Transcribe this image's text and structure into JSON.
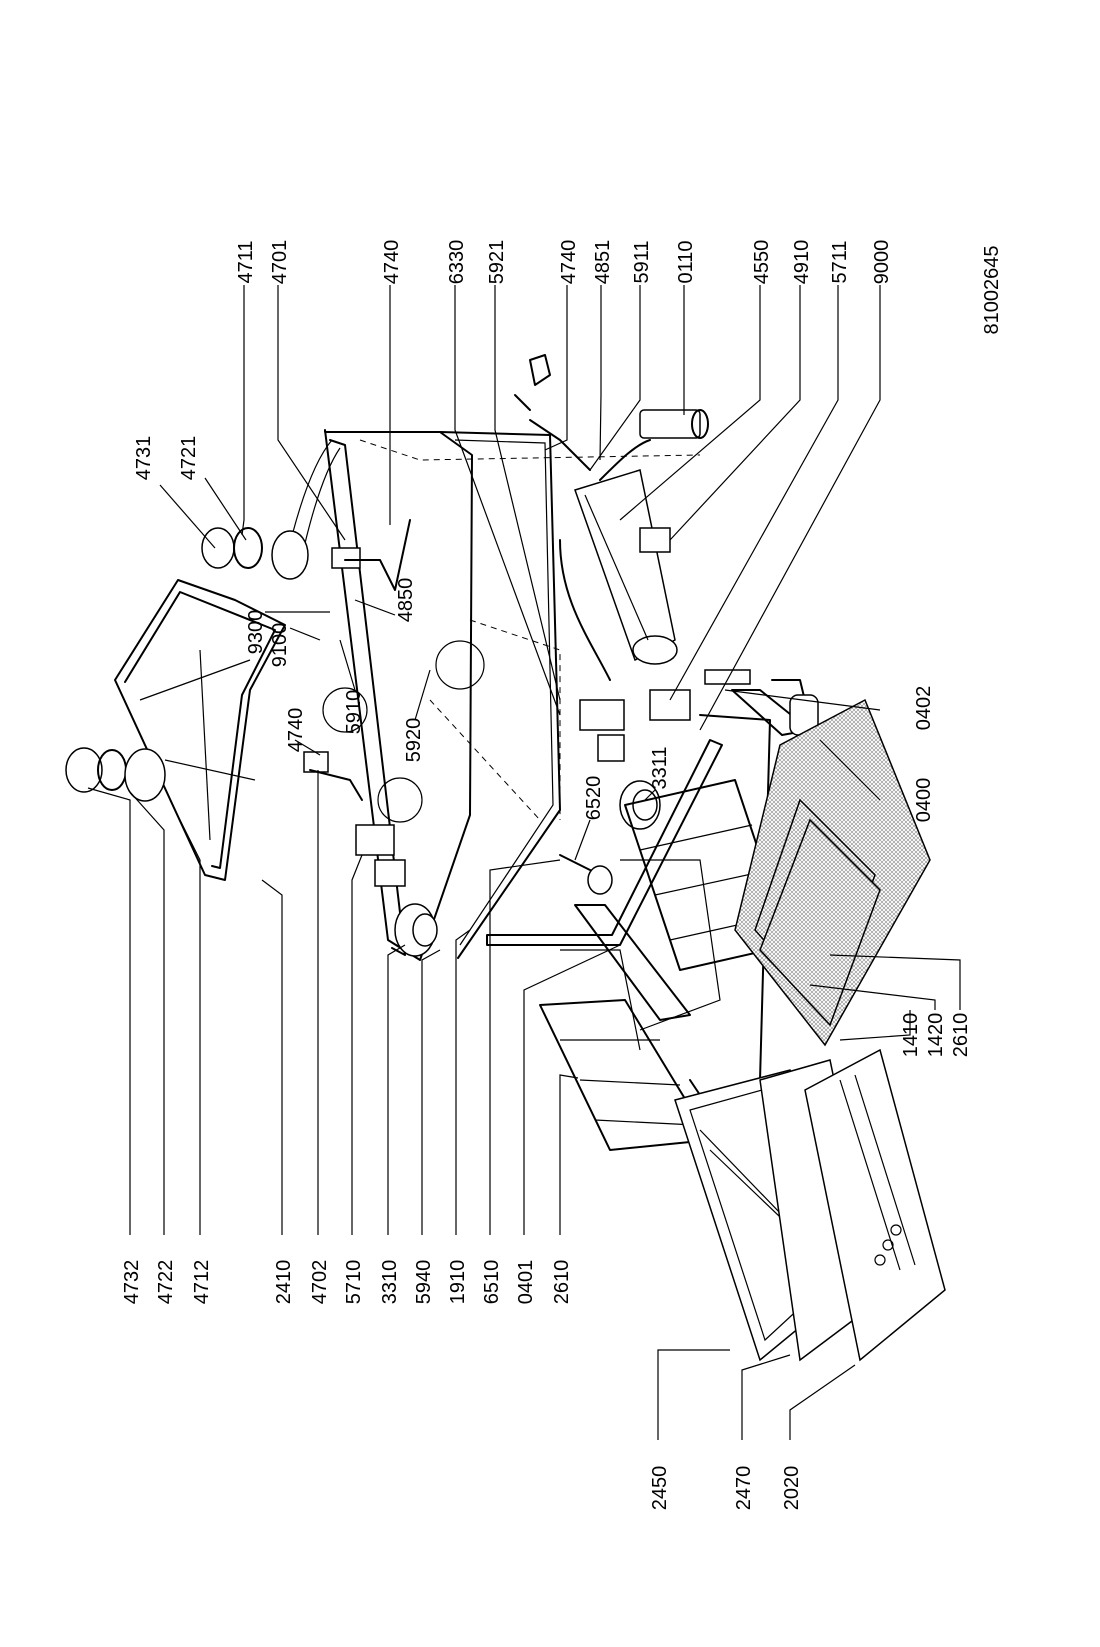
{
  "diagram": {
    "document_number": "81002645",
    "left_labels": [
      "4732",
      "4722",
      "4712",
      "2410",
      "4702",
      "5710",
      "3310",
      "5940",
      "1910",
      "6510",
      "0401",
      "2610"
    ],
    "bottom_labels": [
      "2450",
      "2470",
      "2020"
    ],
    "right_labels": [
      "4711",
      "4701",
      "4740",
      "6330",
      "5921",
      "4740",
      "4851",
      "5911",
      "0110",
      "4550",
      "4910",
      "5711",
      "9000"
    ],
    "inner_labels": {
      "l4731": "4731",
      "l4721": "4721",
      "l9300": "9300",
      "l9100": "9100",
      "l4850": "4850",
      "l5910": "5910",
      "l5920": "5920",
      "l4740b": "4740",
      "l6520": "6520",
      "l3311": "3311",
      "l0402": "0402",
      "l0400": "0400",
      "l1410": "1410",
      "l1420": "1420",
      "l2610b": "2610"
    }
  }
}
